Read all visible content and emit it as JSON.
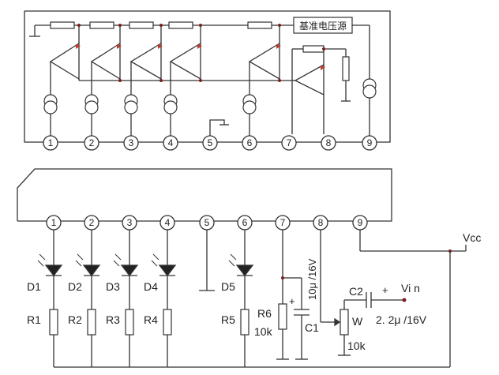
{
  "reference_label": "基准电压源",
  "pins": [
    "1",
    "2",
    "3",
    "4",
    "5",
    "6",
    "7",
    "8",
    "9"
  ],
  "bottom_pins": [
    "1",
    "2",
    "3",
    "4",
    "5",
    "6",
    "7",
    "8",
    "9"
  ],
  "leds": [
    "D1",
    "D2",
    "D3",
    "D4",
    "D5"
  ],
  "resistors": [
    "R1",
    "R2",
    "R3",
    "R4",
    "R5"
  ],
  "r6": {
    "name": "R6",
    "value": "10k"
  },
  "c1": {
    "name": "C1",
    "value": "10μ /16V"
  },
  "c2": {
    "name": "C2",
    "value": "2. 2μ /16V"
  },
  "pot": {
    "name": "W",
    "value": "10k"
  },
  "vcc": "Vcc",
  "vin": "Vi n",
  "plus": "+"
}
